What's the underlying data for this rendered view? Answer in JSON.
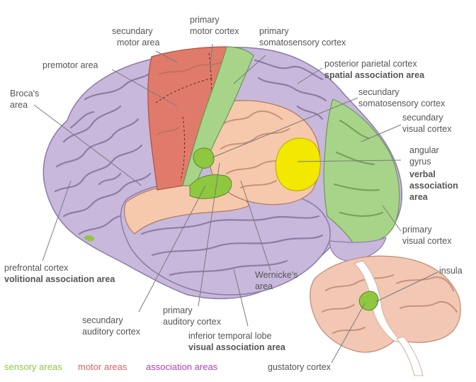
{
  "colors": {
    "sensory": "#8dc83f",
    "motor": "#e06060",
    "association": "#b040b8",
    "text": "#555555",
    "association_fill": "#c8b8dc",
    "motor_fill": "#e07b6b",
    "sensory_fill": "#a8d48a",
    "wernicke_fill": "#f7c9ac",
    "angular_fill": "#f2e800"
  },
  "labels": {
    "secundary_motor_area": [
      "secundary",
      "motor area"
    ],
    "primary_motor_cortex": [
      "primary",
      "motor cortex"
    ],
    "primary_somatosensory_cortex": [
      "primary",
      "somatosensory cortex"
    ],
    "premotor_area": [
      "premotor area"
    ],
    "posterior_parietal_cortex": [
      "posterior parietal cortex"
    ],
    "spatial_association_area": "spatial association area",
    "brocas_area": [
      "Broca's",
      "area"
    ],
    "secundary_somatosensory_cortex": [
      "secundary",
      "somatosensory cortex"
    ],
    "secundary_visual_cortex": [
      "secundary",
      "visual cortex"
    ],
    "angular_gyrus": [
      "angular",
      "gyrus"
    ],
    "verbal_association_area": [
      "verbal",
      "association",
      "area"
    ],
    "primary_visual_cortex": [
      "primary",
      "visual cortex"
    ],
    "insula": "insula",
    "prefrontal_cortex": "prefrontal cortex",
    "volitional_association_area": "volitional association area",
    "wernickes_area": [
      "Wernicke's",
      "area"
    ],
    "primary_auditory_cortex": [
      "primary",
      "auditory cortex"
    ],
    "secundary_auditory_cortex": [
      "secundary",
      "auditory cortex"
    ],
    "inferior_temporal_lobe": "inferior temporal lobe",
    "visual_association_area": "visual association area",
    "gustatory_cortex": "gustatory cortex"
  },
  "legend": {
    "sensory": "sensory areas",
    "motor": "motor areas",
    "association": "association areas"
  }
}
